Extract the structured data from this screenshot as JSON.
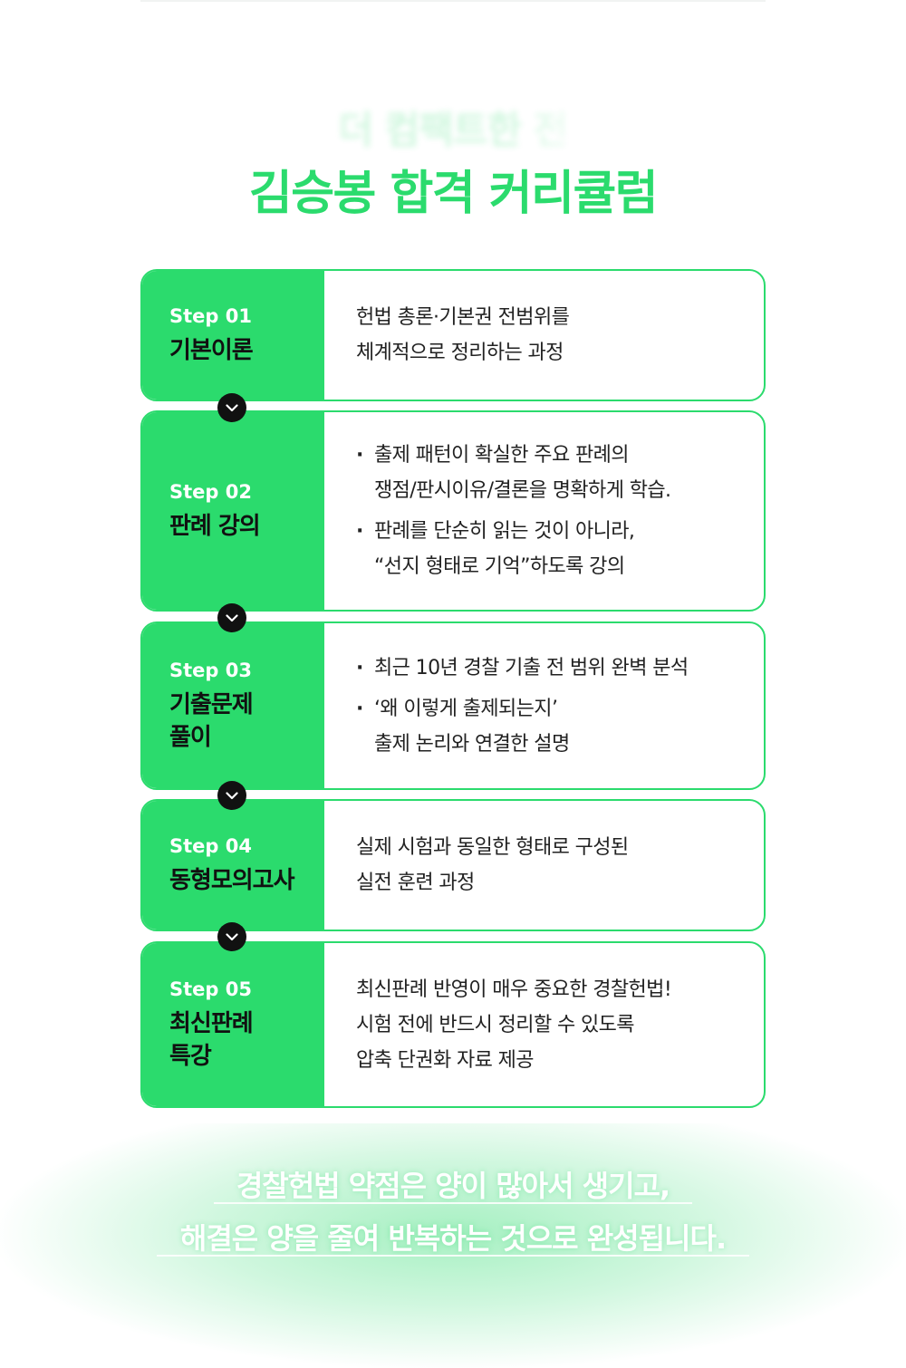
{
  "header": {
    "ghost_title": "더 컴팩트한 전",
    "title": "김승봉 합격 커리큘럼"
  },
  "steps": [
    {
      "number": "Step 01",
      "name_lines": [
        "기본이론"
      ],
      "lines": [
        "헌법 총론·기본권 전범위를",
        "체계적으로 정리하는 과정"
      ]
    },
    {
      "number": "Step 02",
      "name_lines": [
        "판례 강의"
      ],
      "bullets": [
        [
          "출제 패턴이 확실한 주요 판례의",
          "쟁점/판시이유/결론을 명확하게 학습."
        ],
        [
          "판례를 단순히 읽는 것이 아니라,",
          "“선지 형태로 기억”하도록 강의"
        ]
      ]
    },
    {
      "number": "Step 03",
      "name_lines": [
        "기출문제",
        "풀이"
      ],
      "bullets": [
        [
          "최근 10년 경찰 기출 전 범위 완벽 분석"
        ],
        [
          "‘왜 이렇게 출제되는지’",
          "출제 논리와 연결한 설명"
        ]
      ]
    },
    {
      "number": "Step 04",
      "name_lines": [
        "동형모의고사"
      ],
      "lines": [
        "실제 시험과 동일한 형태로 구성된",
        "실전 훈련 과정"
      ]
    },
    {
      "number": "Step 05",
      "name_lines": [
        "최신판례",
        "특강"
      ],
      "lines": [
        "최신판례 반영이 매우 중요한 경찰헌법!",
        "시험 전에 반드시 정리할 수 있도록",
        "압축 단권화 자료 제공"
      ]
    }
  ],
  "connector_icon": "chevron-down-icon",
  "closing": {
    "line1": "경찰헌법 약점은 양이 많아서 생기고,",
    "line2": "해결은 양을 줄여 반복하는 것으로 완성됩니다."
  },
  "colors": {
    "accent": "#2bdb6d",
    "dark": "#111111",
    "text": "#222222"
  }
}
